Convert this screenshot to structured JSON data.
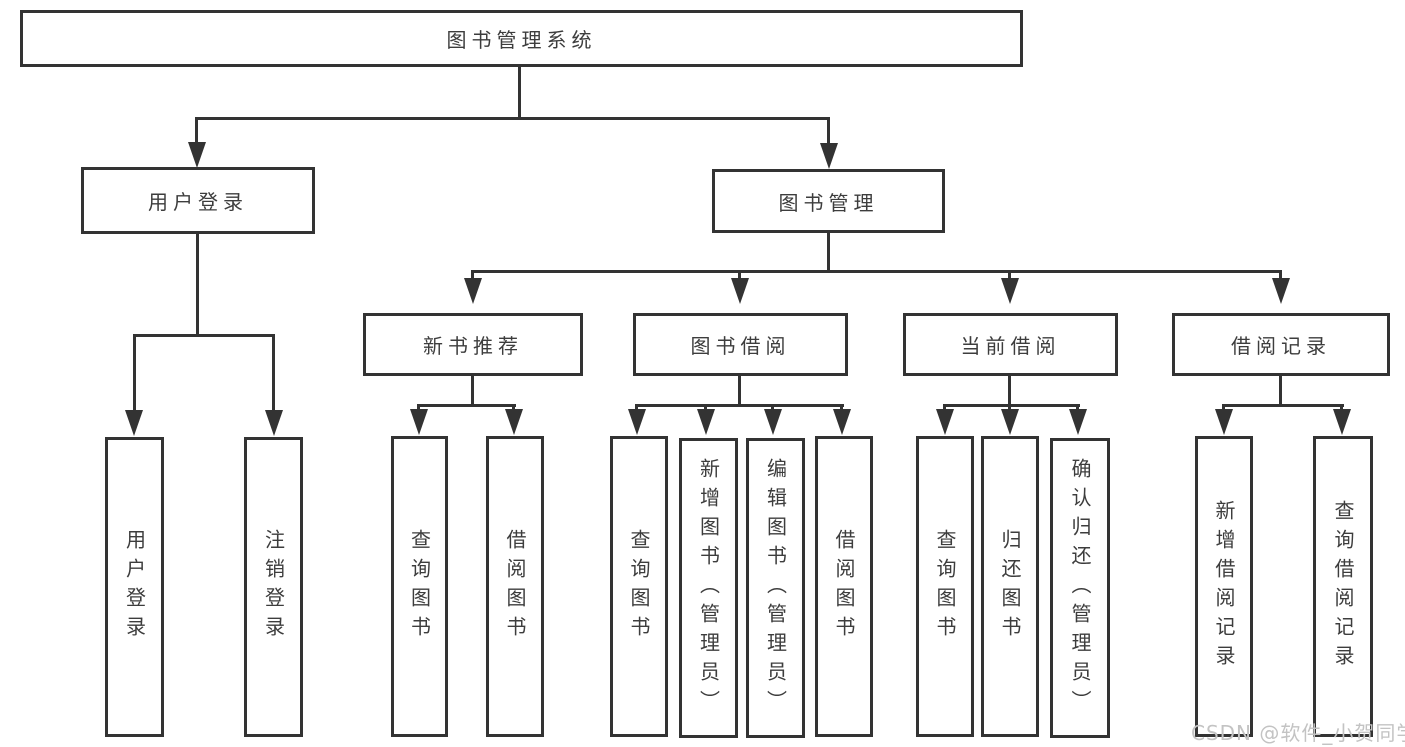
{
  "diagram": {
    "root": {
      "label": "图书管理系统"
    },
    "branches": [
      {
        "label": "用户登录",
        "children": [
          {
            "label": "用户登录"
          },
          {
            "label": "注销登录"
          }
        ]
      },
      {
        "label": "图书管理",
        "children": [
          {
            "label": "新书推荐",
            "children": [
              {
                "label": "查询图书"
              },
              {
                "label": "借阅图书"
              }
            ]
          },
          {
            "label": "图书借阅",
            "children": [
              {
                "label": "查询图书"
              },
              {
                "label": "新增图书（管理员）"
              },
              {
                "label": "编辑图书（管理员）"
              },
              {
                "label": "借阅图书"
              }
            ]
          },
          {
            "label": "当前借阅",
            "children": [
              {
                "label": "查询图书"
              },
              {
                "label": "归还图书"
              },
              {
                "label": "确认归还（管理员）"
              }
            ]
          },
          {
            "label": "借阅记录",
            "children": [
              {
                "label": "新增借阅记录"
              },
              {
                "label": "查询借阅记录"
              }
            ]
          }
        ]
      }
    ],
    "watermark": "CSDN @软件_小贺同学",
    "colors": {
      "line": "#333333",
      "text": "#3d3d3d",
      "background": "#ffffff",
      "box_background": "#ffffff",
      "watermark": "#c3c3c3"
    }
  }
}
